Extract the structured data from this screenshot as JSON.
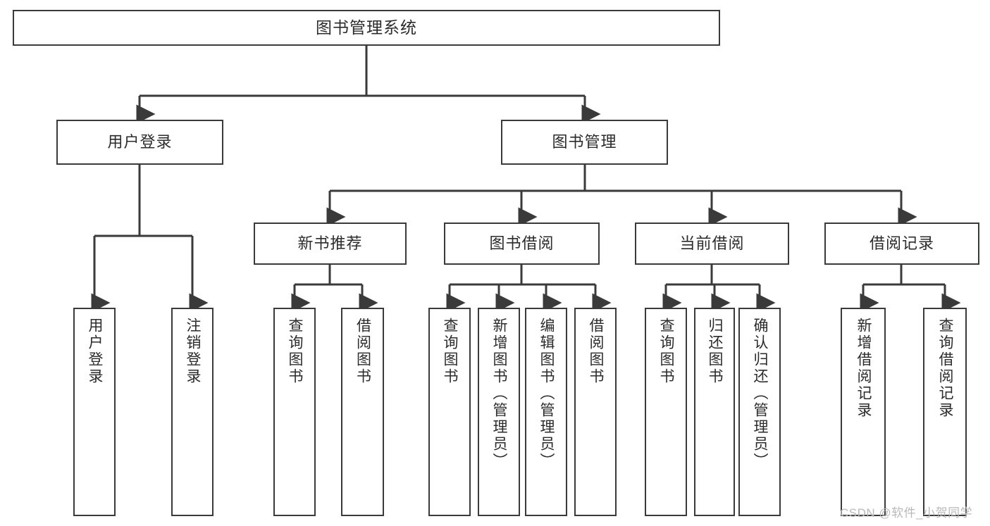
{
  "diagram": {
    "title": "图书管理系统",
    "type": "tree-hierarchy",
    "root": {
      "label": "图书管理系统"
    },
    "level1": [
      {
        "label": "用户登录"
      },
      {
        "label": "图书管理"
      }
    ],
    "level2": [
      {
        "label": "新书推荐"
      },
      {
        "label": "图书借阅"
      },
      {
        "label": "当前借阅"
      },
      {
        "label": "借阅记录"
      }
    ],
    "leaves": {
      "user_login": [
        {
          "label": "用户登录"
        },
        {
          "label": "注销登录"
        }
      ],
      "new_book_recommend": [
        {
          "label": "查询图书"
        },
        {
          "label": "借阅图书"
        }
      ],
      "book_borrow": [
        {
          "label": "查询图书"
        },
        {
          "label": "新增图书（管理员）"
        },
        {
          "label": "编辑图书（管理员）"
        },
        {
          "label": "借阅图书"
        }
      ],
      "current_borrow": [
        {
          "label": "查询图书"
        },
        {
          "label": "归还图书"
        },
        {
          "label": "确认归还（管理员）"
        }
      ],
      "borrow_record": [
        {
          "label": "新增借阅记录"
        },
        {
          "label": "查询借阅记录"
        }
      ]
    }
  },
  "watermark": {
    "text": "CSDN @软件_小贺同学"
  },
  "colors": {
    "stroke": "#3a3a3a",
    "background": "#ffffff",
    "text": "#2b2b2b",
    "watermark": "#b9b9b9"
  }
}
